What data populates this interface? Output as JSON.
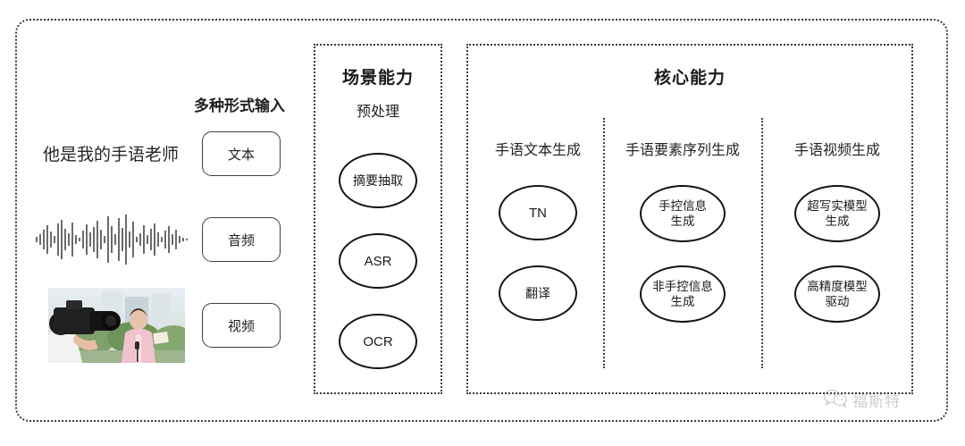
{
  "diagram": {
    "input_section": {
      "heading": "多种形式输入",
      "sample_sentence": "他是我的手语老师",
      "modalities": [
        {
          "label": "文本",
          "icon": "text-sample-icon"
        },
        {
          "label": "音频",
          "icon": "audio-waveform-icon"
        },
        {
          "label": "视频",
          "icon": "video-thumbnail-icon"
        }
      ]
    },
    "scene_panel": {
      "title": "场景能力",
      "subtitle": "预处理",
      "nodes": [
        {
          "label": "摘要抽取"
        },
        {
          "label": "ASR"
        },
        {
          "label": "OCR"
        }
      ]
    },
    "core_panel": {
      "title": "核心能力",
      "columns": [
        {
          "label": "手语文本生成",
          "nodes": [
            {
              "label": "TN"
            },
            {
              "label": "翻译"
            }
          ]
        },
        {
          "label": "手语要素序列生成",
          "nodes": [
            {
              "label": "手控信息\n生成",
              "line1": "手控信息",
              "line2": "生成"
            },
            {
              "label": "非手控信息\n生成",
              "line1": "非手控信息",
              "line2": "生成"
            }
          ]
        },
        {
          "label": "手语视频生成",
          "nodes": [
            {
              "label": "超写实模型\n生成",
              "line1": "超写实模型",
              "line2": "生成"
            },
            {
              "label": "高精度模型\n驱动",
              "line1": "高精度模型",
              "line2": "驱动"
            }
          ]
        }
      ]
    },
    "watermark": {
      "text": "福斯特",
      "icon": "wechat-bubbles-icon"
    },
    "colors": {
      "border_dotted": "#3c3c3c",
      "ellipse_stroke": "#141414",
      "pill_stroke": "#3a3f4a",
      "text": "#1f1f1f",
      "watermark": "#8d8d8d",
      "background": "#ffffff"
    }
  }
}
